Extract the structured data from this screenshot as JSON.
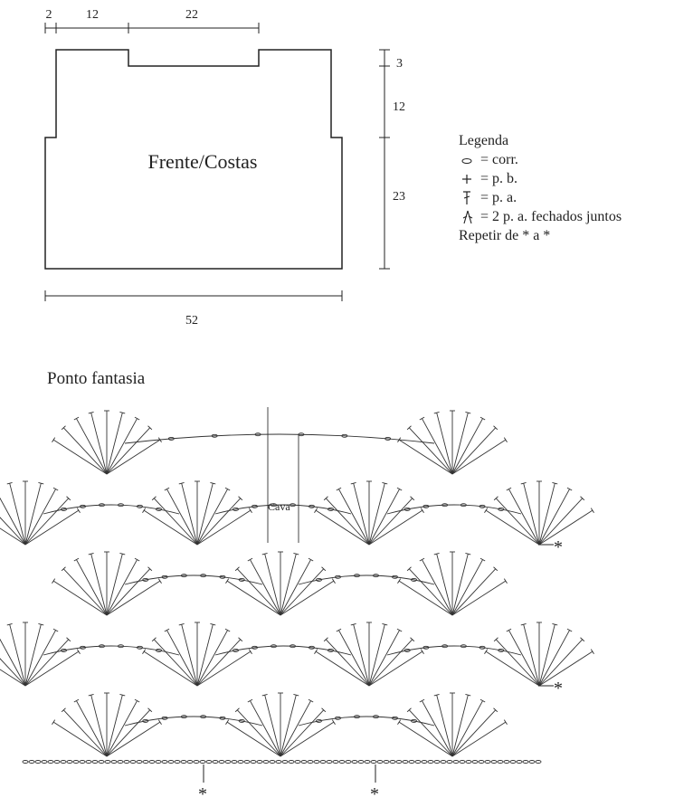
{
  "schematic": {
    "title": "Frente/Costas",
    "top_dims": [
      "2",
      "12",
      "22"
    ],
    "right_dims": [
      "3",
      "12",
      "23"
    ],
    "bottom_dim": "52"
  },
  "legend": {
    "title": "Legenda",
    "items": [
      {
        "symbol": "chain-oval-icon",
        "text": "= corr."
      },
      {
        "symbol": "single-crochet-plus-icon",
        "text": "= p. b."
      },
      {
        "symbol": "double-crochet-icon",
        "text": "= p. a."
      },
      {
        "symbol": "dc2tog-icon",
        "text": "= 2 p. a. fechados juntos"
      }
    ],
    "repeat_note": "Repetir de * a *"
  },
  "stitch_chart": {
    "title": "Ponto fantasia",
    "armhole_label": "Cava",
    "repeat_markers": [
      "*",
      "*",
      "*",
      "*"
    ]
  }
}
